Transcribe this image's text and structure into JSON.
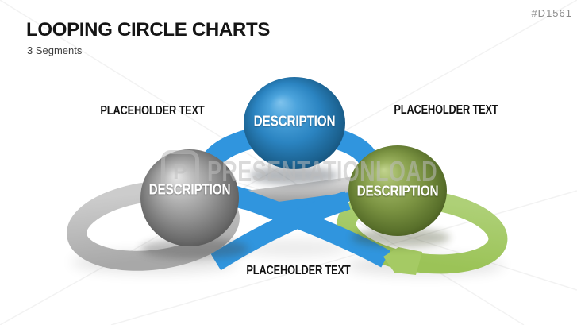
{
  "slide": {
    "title": "LOOPING CIRCLE CHARTS",
    "subtitle": "3 Segments",
    "product_id": "#D1561",
    "background": "#ffffff"
  },
  "watermark": {
    "logo_letter": "P",
    "text": "PRESENTATIONLOAD"
  },
  "diagram": {
    "type": "looping-circle-chart",
    "segment_count": 3,
    "segments": [
      {
        "position": "left",
        "ring_color": "#bdbdbd",
        "sphere_color": "#8f8f8f",
        "label": "DESCRIPTION",
        "placeholder": "PLACEHOLDER TEXT"
      },
      {
        "position": "top",
        "ring_color": "#3095de",
        "sphere_color": "#2e86c4",
        "label": "DESCRIPTION",
        "placeholder": "PLACEHOLDER TEXT"
      },
      {
        "position": "right",
        "ring_color": "#a5ca64",
        "sphere_color": "#7e9a42",
        "label": "DESCRIPTION",
        "placeholder": "PLACEHOLDER TEXT"
      }
    ]
  }
}
